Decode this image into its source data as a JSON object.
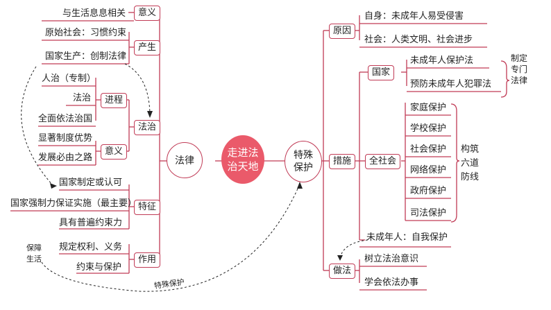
{
  "center": "走进法\n治天地",
  "left_hub": "法律",
  "right_hub": "特殊\n保护",
  "left": {
    "yiyi_box": "意义",
    "yiyi_text": "与生活息息相关",
    "chansheng_box": "产生",
    "chansheng_1": "原始社会：习惯约束",
    "chansheng_2": "国家生产：创制法律",
    "fazhi_box": "法治",
    "jincheng_box": "进程",
    "jincheng_1": "人治（专制）",
    "jincheng_2": "法治",
    "jincheng_3": "全面依法治国",
    "fazhi_yiyi_box": "意义",
    "fazhi_yiyi_1": "显著制度优势",
    "fazhi_yiyi_2": "发展必由之路",
    "tezheng_box": "特征",
    "tezheng_1": "国家制定或认可",
    "tezheng_2": "国家强制力保证实施（最主要）",
    "tezheng_3": "具有普遍约束力",
    "zuoyong_box": "作用",
    "zuoyong_1": "规定权利、义务",
    "zuoyong_2": "约束与保护",
    "baozhang": "保障\n生活",
    "teshu_label": "特殊保护"
  },
  "right": {
    "yuanyin_box": "原因",
    "yuanyin_1": "自身：未成年人易受侵害",
    "yuanyin_2": "社会：人类文明、社会进步",
    "cuoshi_box": "措施",
    "guojia_box": "国家",
    "guojia_1": "未成年人保护法",
    "guojia_2": "预防未成年人犯罪法",
    "zhiding": "制定\n专门\n法律",
    "shehui_box": "全社会",
    "shehui_items": [
      "家庭保护",
      "学校保护",
      "社会保护",
      "网络保护",
      "政府保护",
      "司法保护"
    ],
    "goujian": "构筑\n六道\n防线",
    "ziwo": "未成年人：自我保护",
    "zuofa_box": "做法",
    "zuofa_1": "树立法治意识",
    "zuofa_2": "学会依法办事"
  },
  "colors": {
    "line": "#c03a55",
    "center_fill": "#ea5a6a"
  }
}
